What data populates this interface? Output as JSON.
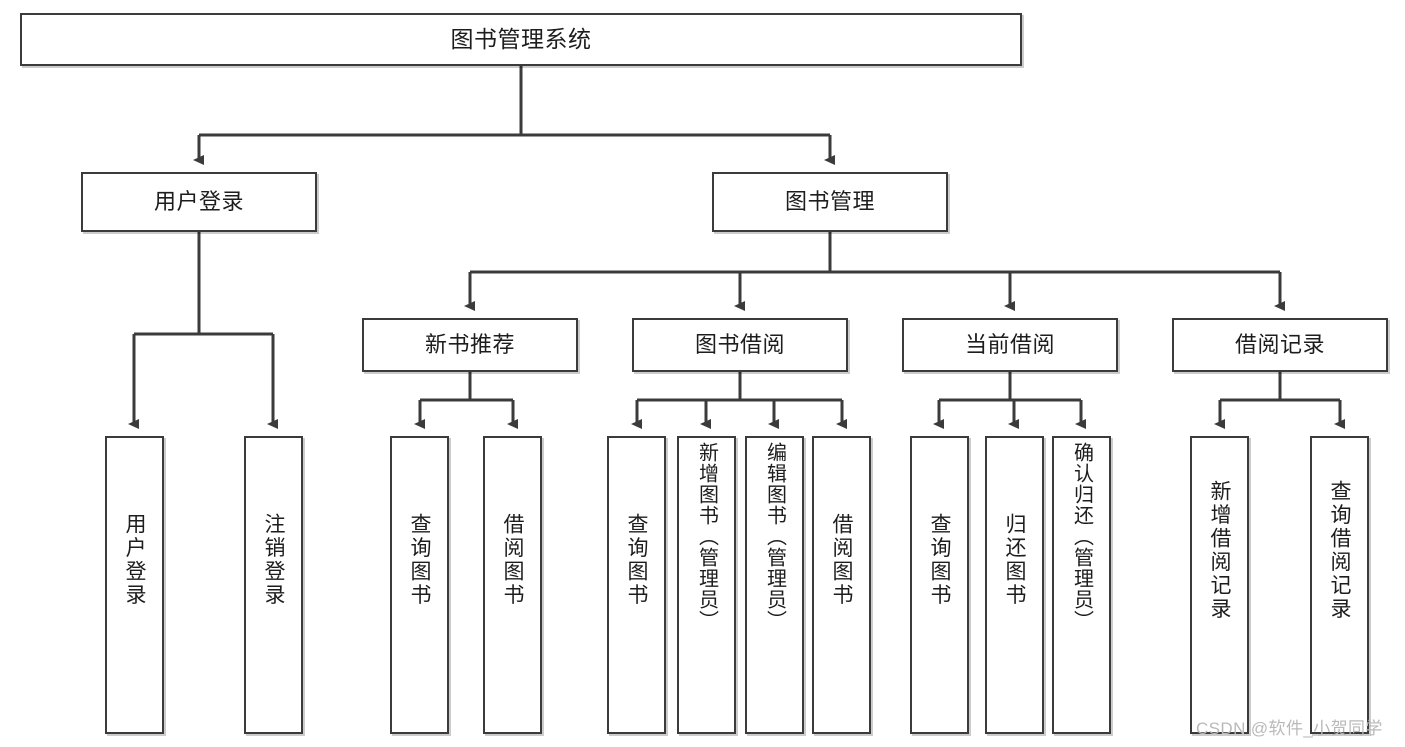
{
  "diagram": {
    "title_node": {
      "label": "图书管理系统"
    },
    "level2": [
      {
        "id": "user-login",
        "label": "用户登录"
      },
      {
        "id": "book-management",
        "label": "图书管理"
      }
    ],
    "level3": [
      {
        "id": "new-book-recommend",
        "label": "新书推荐"
      },
      {
        "id": "book-borrow",
        "label": "图书借阅"
      },
      {
        "id": "current-borrow",
        "label": "当前借阅"
      },
      {
        "id": "borrow-record",
        "label": "借阅记录"
      }
    ],
    "leaves": [
      {
        "id": "leaf-user-login",
        "label": "用户登录",
        "parent": "user-login"
      },
      {
        "id": "leaf-user-logout",
        "label": "注销登录",
        "parent": "user-login"
      },
      {
        "id": "leaf-query-book-1",
        "label": "查询图书",
        "parent": "new-book-recommend"
      },
      {
        "id": "leaf-borrow-book-1",
        "label": "借阅图书",
        "parent": "new-book-recommend"
      },
      {
        "id": "leaf-query-book-2",
        "label": "查询图书",
        "parent": "book-borrow"
      },
      {
        "id": "leaf-add-book",
        "label": "新增图书（管理员）",
        "parent": "book-borrow"
      },
      {
        "id": "leaf-edit-book",
        "label": "编辑图书（管理员）",
        "parent": "book-borrow"
      },
      {
        "id": "leaf-borrow-book-2",
        "label": "借阅图书",
        "parent": "book-borrow"
      },
      {
        "id": "leaf-query-book-3",
        "label": "查询图书",
        "parent": "current-borrow"
      },
      {
        "id": "leaf-return-book",
        "label": "归还图书",
        "parent": "current-borrow"
      },
      {
        "id": "leaf-confirm-return",
        "label": "确认归还（管理员）",
        "parent": "current-borrow"
      },
      {
        "id": "leaf-add-record",
        "label": "新增借阅记录",
        "parent": "borrow-record"
      },
      {
        "id": "leaf-query-record",
        "label": "查询借阅记录",
        "parent": "borrow-record"
      }
    ]
  },
  "watermark": {
    "text": "CSDN @软件_小贺同学"
  },
  "colors": {
    "stroke": "#3b3b3b",
    "text": "#1d1d1d",
    "background": "#ffffff",
    "watermark": "#b9b9b9"
  }
}
